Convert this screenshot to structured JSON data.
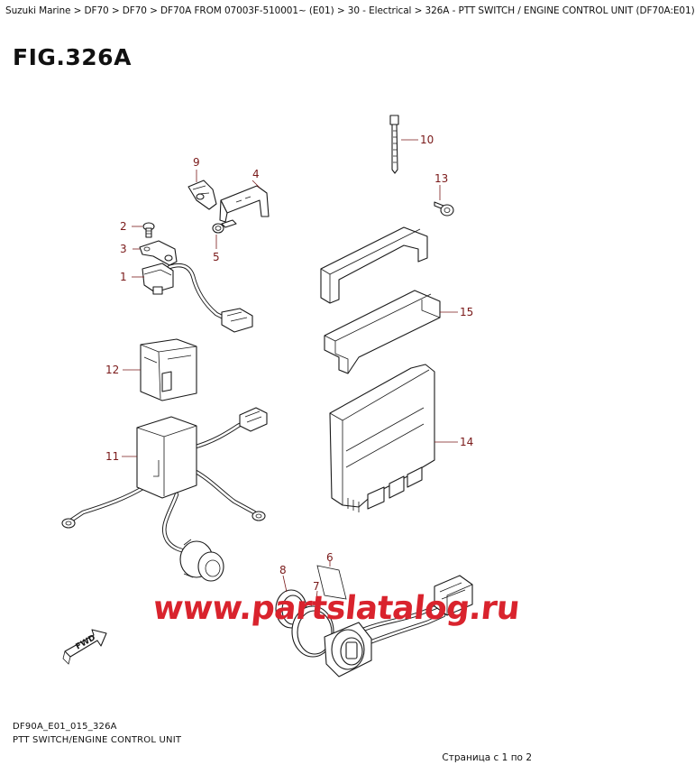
{
  "breadcrumb": "Suzuki Marine > DF70 > DF70 > DF70A FROM 07003F-510001~ (E01) > 30 - Electrical > 326A - PTT SWITCH / ENGINE CONTROL UNIT (DF70A:E01)",
  "figure_title": "FIG.326A",
  "callouts": {
    "c1": "1",
    "c2": "2",
    "c3": "3",
    "c4": "4",
    "c5": "5",
    "c6": "6",
    "c7": "7",
    "c8": "8",
    "c9": "9",
    "c10": "10",
    "c11": "11",
    "c12": "12",
    "c13": "13",
    "c14": "14",
    "c15": "15"
  },
  "fwd_label": "FWD",
  "watermark": "www.partslatalog.ru",
  "footer": {
    "code": "DF90A_E01_015_326A",
    "caption": "PTT SWITCH/ENGINE CONTROL UNIT"
  },
  "page_counter": "Страница с 1 по 2",
  "colors": {
    "callout": "#7a1a1a",
    "watermark": "#d9232d",
    "line": "#1a1a1a"
  }
}
